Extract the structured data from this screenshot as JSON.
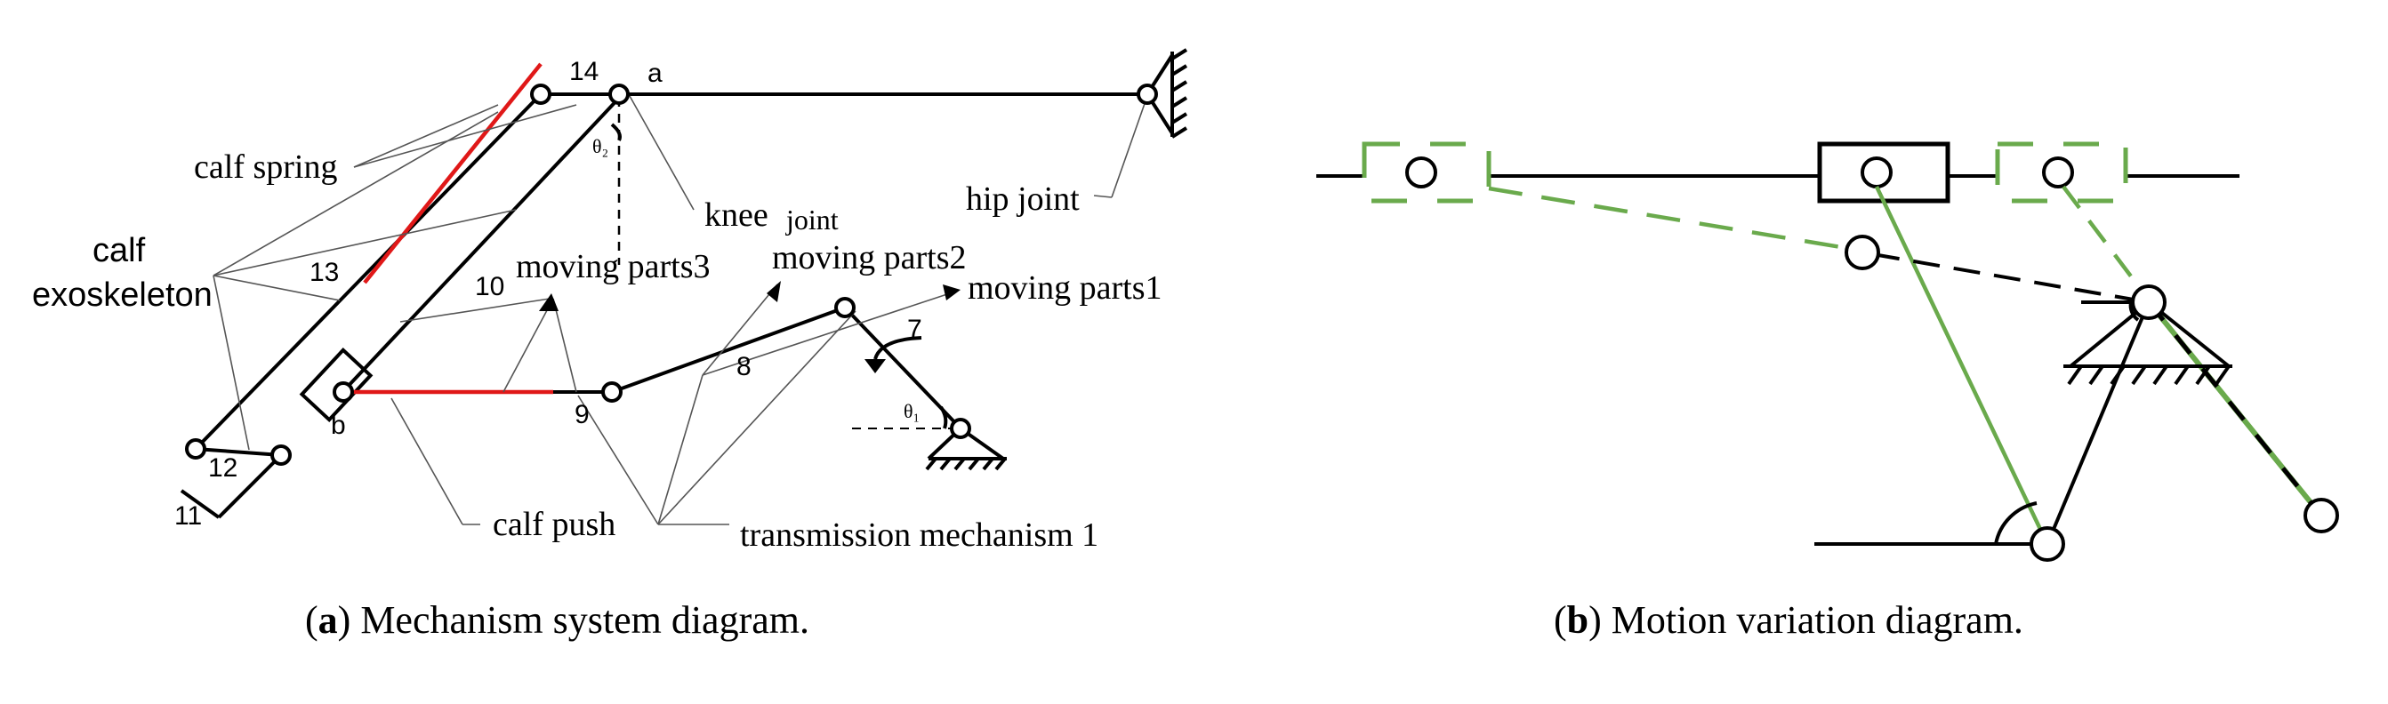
{
  "panel_a": {
    "labels": {
      "calf_spring": "calf spring",
      "calf_line1": "calf",
      "calf_line2": "exoskeleton",
      "knee_joint_main": "knee",
      "knee_joint_sub": "joint",
      "hip_joint": "hip joint",
      "moving_parts3": "moving parts3",
      "moving_parts2": "moving parts2",
      "moving_parts1": "moving parts1",
      "calf_push": "calf push",
      "transmission": "transmission mechanism 1"
    },
    "numbers": {
      "n14": "14",
      "na": "a",
      "n13": "13",
      "n10": "10",
      "n8": "8",
      "n7": "7",
      "n9": "9",
      "nb": "b",
      "n12": "12",
      "n11": "11",
      "theta2": "θ₂",
      "theta1": "θ₁"
    },
    "caption": {
      "tag": "a",
      "text": "Mechanism system diagram."
    }
  },
  "panel_b": {
    "caption": {
      "tag": "b",
      "text": "Motion variation diagram."
    }
  },
  "colors": {
    "red_link": "#e01818",
    "green_link": "#6aaa4c",
    "black": "#000000"
  }
}
